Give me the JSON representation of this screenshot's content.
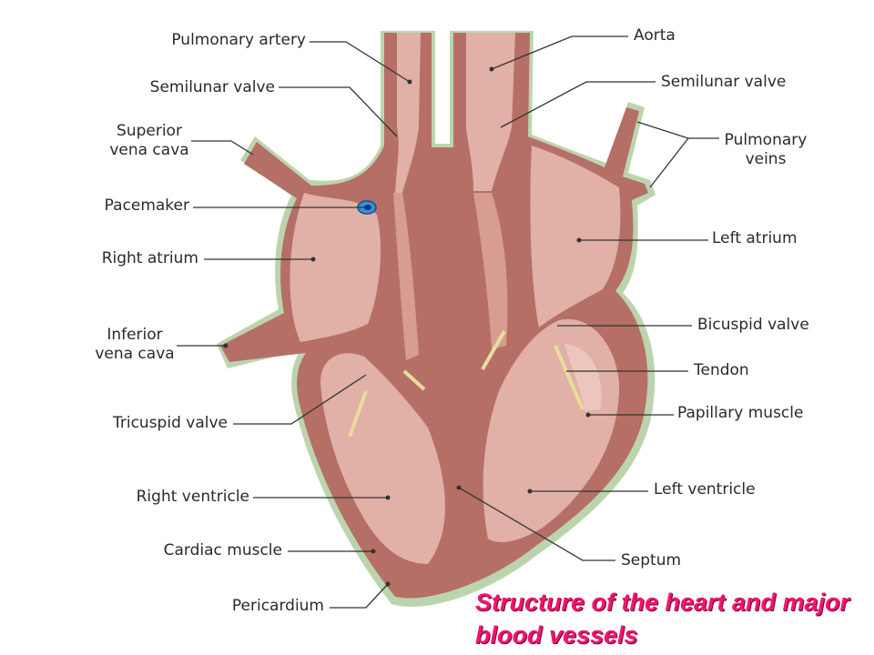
{
  "labels": {
    "pulmonary_artery": "Pulmonary artery",
    "aorta": "Aorta",
    "semilunar_valve_left": "Semilunar valve",
    "semilunar_valve_right": "Semilunar valve",
    "superior_vena_cava": "Superior\nvena cava",
    "pulmonary_veins": "Pulmonary\nveins",
    "pacemaker": "Pacemaker",
    "left_atrium": "Left atrium",
    "right_atrium": "Right atrium",
    "bicuspid_valve": "Bicuspid valve",
    "inferior_vena_cava": "Inferior\nvena cava",
    "tendon": "Tendon",
    "papillary_muscle": "Papillary muscle",
    "tricuspid_valve": "Tricuspid valve",
    "left_ventricle": "Left ventricle",
    "right_ventricle": "Right ventricle",
    "cardiac_muscle": "Cardiac muscle",
    "septum": "Septum",
    "pericardium": "Pericardium"
  },
  "caption": {
    "text": "Structure of the heart and major blood vessels",
    "color": "#f0166f"
  },
  "colors": {
    "muscle": "#b56f66",
    "chamber": "#e1b0a7",
    "chamber_light": "#ecc5bd",
    "pericardium": "#bcd4ae",
    "leader": "#333333",
    "pacemaker": "#3a8fd9",
    "tendon": "#e6de9a"
  }
}
